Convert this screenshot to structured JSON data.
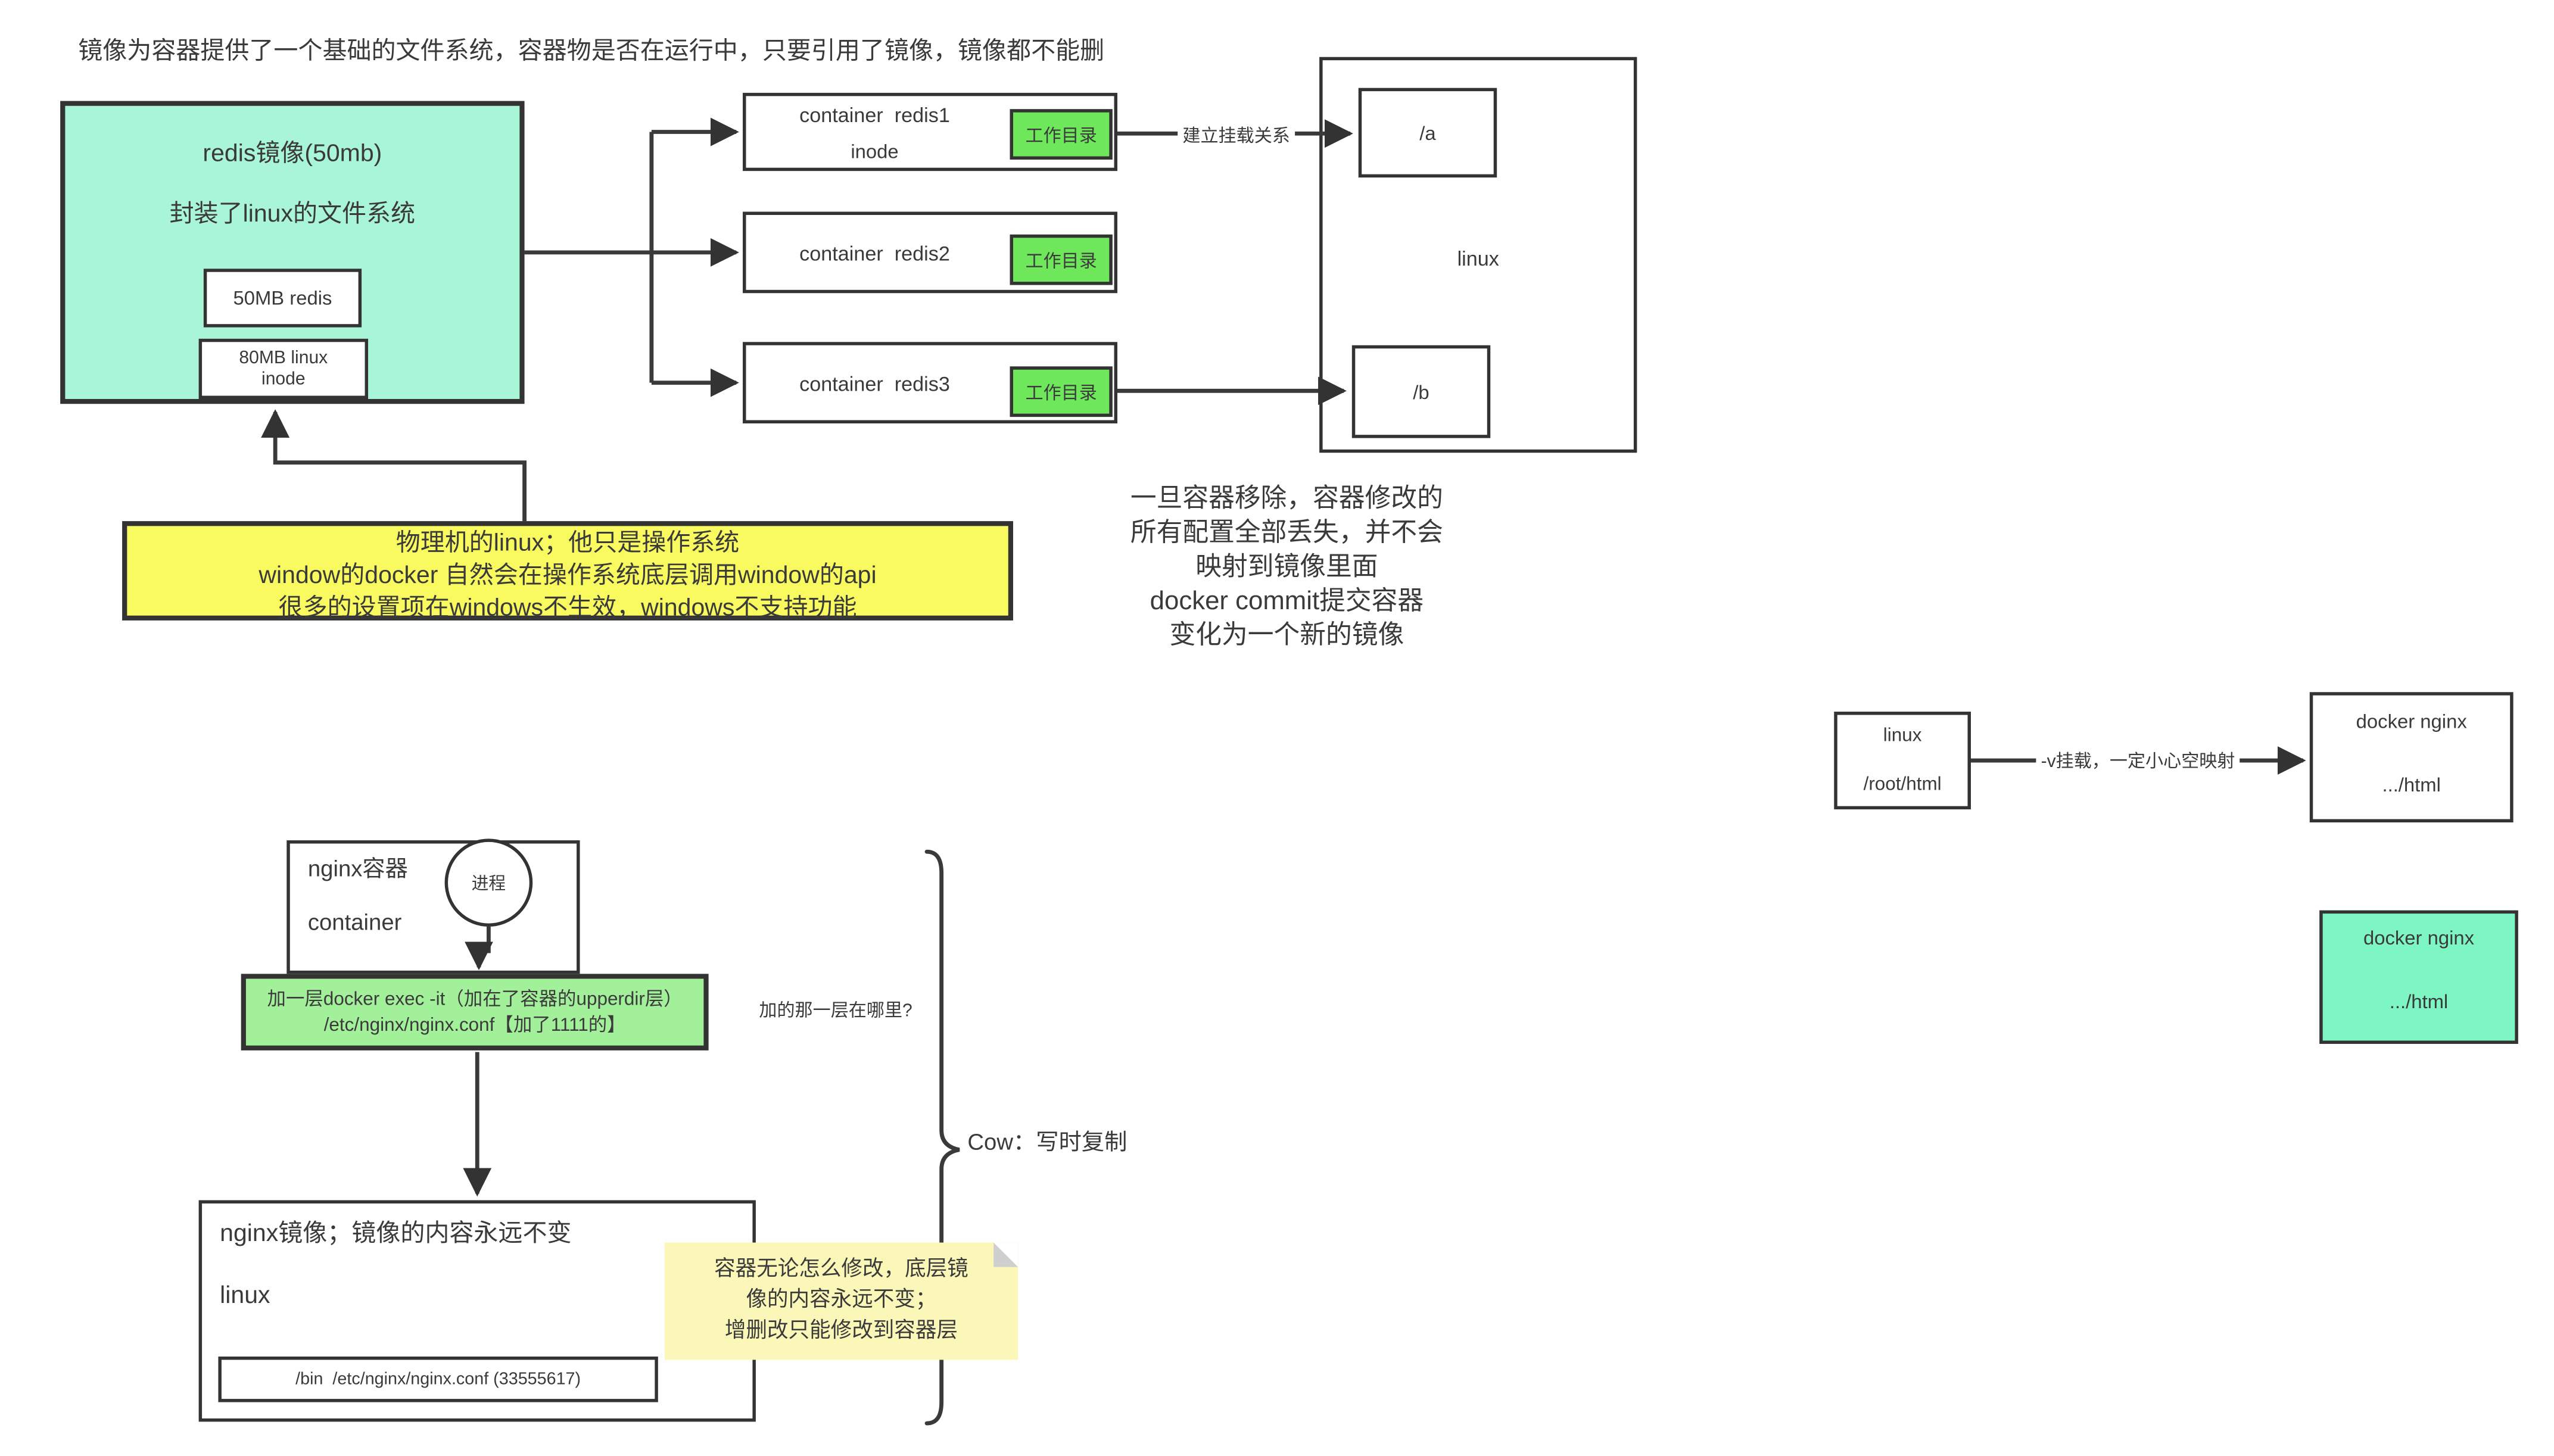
{
  "top_note": "镜像为容器提供了一个基础的文件系统，容器物是否在运行中，只要引用了镜像，镜像都不能删",
  "redis_image": {
    "title": "redis镜像(50mb)",
    "subtitle": "封装了linux的文件系统",
    "layer_redis": "50MB redis",
    "layer_linux_1": "80MB linux",
    "layer_linux_2": "inode"
  },
  "containers": [
    {
      "name": "container  redis1",
      "inode": "inode",
      "workdir": "工作目录"
    },
    {
      "name": "container  redis2",
      "workdir": "工作目录"
    },
    {
      "name": "container  redis3",
      "workdir": "工作目录"
    }
  ],
  "mount_label": "建立挂载关系",
  "host": {
    "dir_a": "/a",
    "os": "linux",
    "dir_b": "/b"
  },
  "warning": {
    "line1": "物理机的linux；他只是操作系统",
    "line2": "window的docker 自然会在操作系统底层调用window的api",
    "line3": "很多的设置项在windows不生效，windows不支持功能"
  },
  "commit_note": {
    "lines": [
      "一旦容器移除，容器修改的",
      "所有配置全部丢失，并不会",
      "映射到镜像里面",
      "docker commit提交容器",
      "变化为一个新的镜像"
    ]
  },
  "volume": {
    "source_title": "linux",
    "source_path": "/root/html",
    "label": "-v挂载，一定小心空映射",
    "target_title": "docker nginx",
    "target_path": ".../html"
  },
  "green_card": {
    "title": "docker nginx",
    "path": ".../html"
  },
  "nginx_container": {
    "title": "nginx容器",
    "subtitle": "container",
    "process": "进程"
  },
  "exec_layer": {
    "line1": "加一层docker exec -it（加在了容器的upperdir层）",
    "line2": "/etc/nginx/nginx.conf【加了1111的】"
  },
  "layer_question": "加的那一层在哪里?",
  "cow_label": "Cow：写时复制",
  "nginx_image": {
    "title": "nginx镜像；镜像的内容永远不变",
    "os": "linux",
    "files": "/bin  /etc/nginx/nginx.conf (33555617)"
  },
  "sticky": {
    "lines": [
      "容器无论怎么修改，底层镜",
      "像的内容永远不变；",
      "增删改只能修改到容器层"
    ]
  },
  "colors": {
    "mint": "#a8f5d7",
    "mint_strong": "#7df6c4",
    "green_bright": "#6ee85a",
    "green_light": "#a3f09b",
    "yellow": "#f8fa5f",
    "sticky": "#faf7b8",
    "line": "#3a3a3a"
  }
}
